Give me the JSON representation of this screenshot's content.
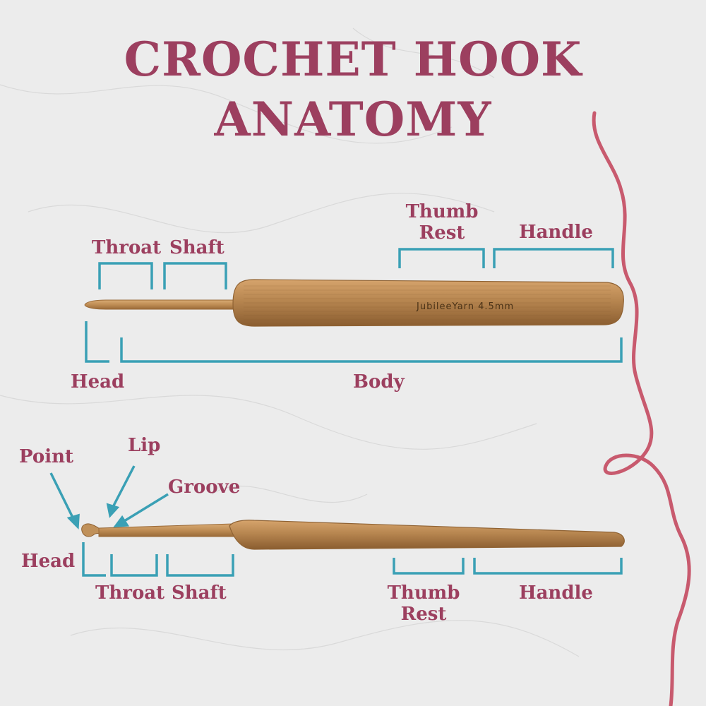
{
  "title": {
    "line1": "CROCHET HOOK",
    "line2": "ANATOMY"
  },
  "colors": {
    "title": "#9c3f5f",
    "label": "#9c3f5f",
    "bracket": "#3aa0b5",
    "bamboo": "#b78650",
    "bamboo_dark": "#8f6233",
    "yarn": "#c85a6e"
  },
  "top_hook": {
    "brand_text": "JubileeYarn 4.5mm",
    "labels": {
      "throat": "Throat",
      "shaft": "Shaft",
      "thumb_rest_1": "Thumb",
      "thumb_rest_2": "Rest",
      "handle": "Handle",
      "head": "Head",
      "body": "Body"
    }
  },
  "bottom_hook": {
    "labels": {
      "point": "Point",
      "lip": "Lip",
      "groove": "Groove",
      "head": "Head",
      "throat": "Throat",
      "shaft": "Shaft",
      "thumb_rest_1": "Thumb",
      "thumb_rest_2": "Rest",
      "handle": "Handle"
    }
  }
}
